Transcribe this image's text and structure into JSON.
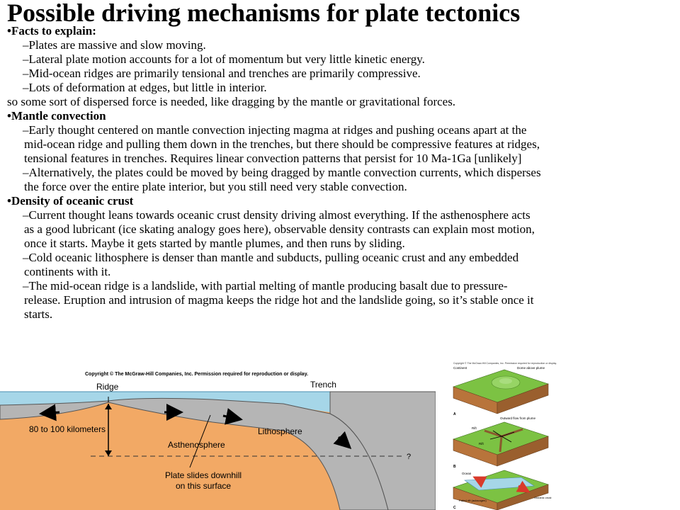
{
  "title": "Possible driving mechanisms for plate tectonics",
  "facts": {
    "heading": "•Facts to explain:",
    "items": [
      "–Plates are massive and slow moving.",
      "–Lateral plate motion accounts for a lot of momentum but very little kinetic energy.",
      "–Mid-ocean ridges are primarily tensional and trenches are primarily compressive.",
      "–Lots of deformation at edges, but little in interior."
    ],
    "conclusion": "so some sort of dispersed force is needed, like dragging by the mantle or gravitational forces."
  },
  "convection": {
    "heading": "•Mantle convection",
    "item1": [
      "–Early thought centered on mantle convection injecting magma at ridges and pushing oceans apart at the",
      "mid-ocean ridge and pulling them down in the trenches, but there should be compressive features at ridges,",
      "tensional features in trenches.  Requires linear convection patterns that persist for 10 Ma-1Ga [unlikely]"
    ],
    "item2": [
      "–Alternatively, the plates could be moved by being dragged by mantle convection currents, which disperses",
      "the force over the entire plate interior, but you still need very stable convection."
    ]
  },
  "density": {
    "heading": "•Density of oceanic crust",
    "item1": [
      "–Current thought leans towards oceanic crust density driving almost everything.  If the asthenosphere acts",
      "as a good lubricant (ice skating analogy goes here), observable density contrasts can explain most motion,",
      "once it starts.  Maybe it gets started by mantle plumes, and then runs by sliding."
    ],
    "item2": [
      "–Cold oceanic lithosphere is denser than mantle and subducts, pulling oceanic crust and any embedded",
      "continents with it."
    ],
    "item3": [
      "–The mid-ocean ridge is a landslide, with partial melting of mantle producing basalt due to pressure-",
      "release.  Eruption and intrusion of magma keeps the ridge hot and the landslide going, so it’s stable once it",
      "starts."
    ]
  },
  "figure_left": {
    "copyright": "Copyright © The McGraw-Hill Companies, Inc. Permission required for reproduction or display.",
    "ridge": "Ridge",
    "trench": "Trench",
    "thickness": "80 to 100 kilometers",
    "lithosphere": "Lithosphere",
    "asthenosphere": "Asthenosphere",
    "slide1": "Plate slides downhill",
    "slide2": "on this surface",
    "question": "?",
    "colors": {
      "ocean": "#a6d6e8",
      "lithosphere": "#b5b5b5",
      "asthenosphere": "#f2a965"
    }
  },
  "figure_right": {
    "copyright": "Copyright © The McGraw-Hill Companies, Inc. Permission required for reproduction or display.",
    "continent": "Continent",
    "dome": "Dome above plume",
    "outward": "Outward flow from plume",
    "rift1": "Rift",
    "rift2": "Rift",
    "ocean": "Ocean",
    "failed": "Failed rift (aulacogen)",
    "oceanic_crust": "Oceanic crust",
    "label_a": "A",
    "label_b": "B",
    "label_c": "C",
    "colors": {
      "land": "#7cc243",
      "block": "#b8743b"
    }
  }
}
